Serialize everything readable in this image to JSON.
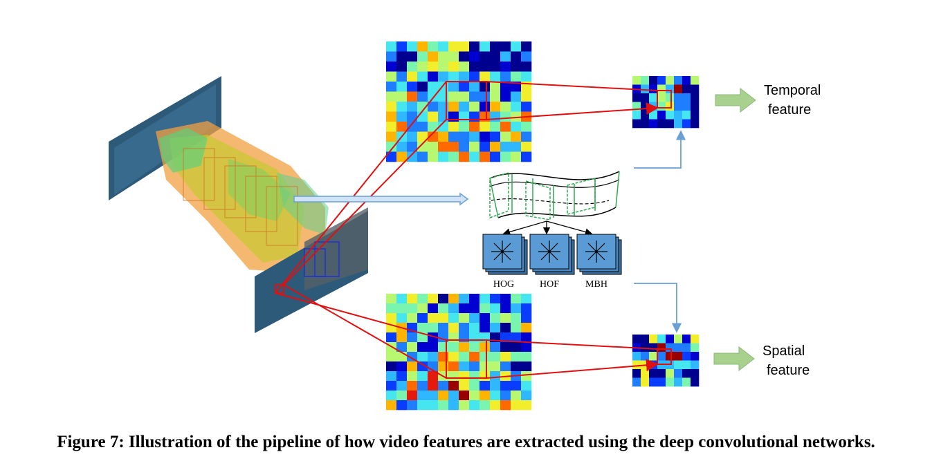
{
  "diagram": {
    "temporal_label_line1": "Temporal",
    "temporal_label_line2": "feature",
    "spatial_label_line1": "Spatial",
    "spatial_label_line2": "feature",
    "descriptor_labels": [
      "HOG",
      "HOF",
      "MBH"
    ]
  },
  "caption": "Figure 7: Illustration of the pipeline of how video features are extracted using the deep convolutional networks.",
  "colors": {
    "connector_red": "#e01010",
    "connector_blue": "#6a9fd6",
    "output_arrow_green": "#a9d18e",
    "descriptor_box": "#5b9bd5",
    "trajectory_green": "#2fa84f"
  }
}
